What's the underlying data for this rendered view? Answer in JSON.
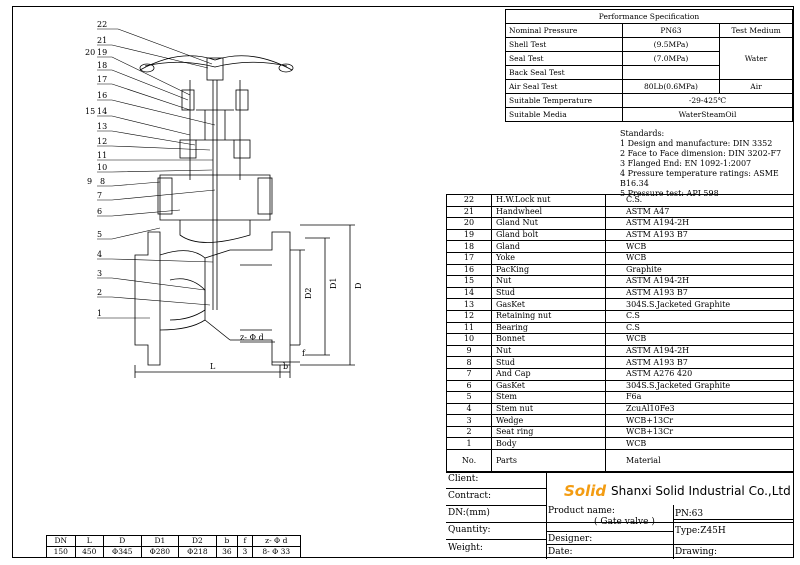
{
  "perf": {
    "title": "Performance Specification",
    "test_medium_label": "Test Medium",
    "medium_water": "Water",
    "medium_air": "Air",
    "rows": [
      {
        "label": "Nominal Pressure",
        "value": "PN63"
      },
      {
        "label": "Shell Test",
        "value": "(9.5MPa)"
      },
      {
        "label": "Seal Test",
        "value": "(7.0MPa)"
      },
      {
        "label": "Back Seal Test",
        "value": ""
      },
      {
        "label": "Air Seal Test",
        "value": "80Lb(0.6MPa)"
      },
      {
        "label": "Suitable Temperature",
        "value": "-29-425℃"
      },
      {
        "label": "Suitable Media",
        "value": "WaterSteamOil"
      }
    ]
  },
  "standards": {
    "title": "Standards:",
    "items": [
      "1 Design and manufacture: DIN 3352",
      "2 Face to Face dimension: DIN 3202-F7",
      "3 Flanged End: EN 1092-1:2007",
      "4 Pressure temperature ratings: ASME B16.34",
      "5 Pressure test: API 598"
    ]
  },
  "parts": [
    {
      "no": "22",
      "part": "H.W.Lock nut",
      "material": "C.S."
    },
    {
      "no": "21",
      "part": "Handwheel",
      "material": "ASTM A47"
    },
    {
      "no": "20",
      "part": "Gland Nut",
      "material": "ASTM A194-2H"
    },
    {
      "no": "19",
      "part": "Gland bolt",
      "material": "ASTM A193 B7"
    },
    {
      "no": "18",
      "part": "Gland",
      "material": "WCB"
    },
    {
      "no": "17",
      "part": "Yoke",
      "material": "WCB"
    },
    {
      "no": "16",
      "part": "PacKing",
      "material": "Graphite"
    },
    {
      "no": "15",
      "part": "Nut",
      "material": "ASTM A194-2H"
    },
    {
      "no": "14",
      "part": "Stud",
      "material": "ASTM A193 B7"
    },
    {
      "no": "13",
      "part": "GasKet",
      "material": "304S.S.Jacketed Graphite"
    },
    {
      "no": "12",
      "part": "Retaining nut",
      "material": "C.S"
    },
    {
      "no": "11",
      "part": "Bearing",
      "material": "C.S"
    },
    {
      "no": "10",
      "part": "Bonnet",
      "material": "WCB"
    },
    {
      "no": "9",
      "part": "Nut",
      "material": "ASTM A194-2H"
    },
    {
      "no": "8",
      "part": "Stud",
      "material": "ASTM A193 B7"
    },
    {
      "no": "7",
      "part": "And Cap",
      "material": "ASTM A276 420"
    },
    {
      "no": "6",
      "part": "GasKet",
      "material": "304S.S.Jacketed Graphite"
    },
    {
      "no": "5",
      "part": "Stem",
      "material": "F6a"
    },
    {
      "no": "4",
      "part": "Stem nut",
      "material": "ZcuAl10Fe3"
    },
    {
      "no": "3",
      "part": "Wedge",
      "material": "WCB+13Cr"
    },
    {
      "no": "2",
      "part": "Seat ring",
      "material": "WCB+13Cr"
    },
    {
      "no": "1",
      "part": "Body",
      "material": "WCB"
    }
  ],
  "parts_header": {
    "no": "No.",
    "parts": "Parts",
    "material": "Material"
  },
  "title_block": {
    "client": "Client:",
    "contract": "Contract:",
    "dn": "DN:(mm)",
    "quantity": "Quantity:",
    "weight": "Weight:",
    "logo": "Solid",
    "company": "Shanxi Solid Industrial Co.,Ltd",
    "product_name": "Product name:",
    "product_value": "( Gate valve )",
    "designer": "Designer:",
    "date": "Date:",
    "pn": "PN:63",
    "type": "Type:Z45H",
    "drawing": "Drawing:"
  },
  "dimensions": {
    "headers": [
      "DN",
      "L",
      "D",
      "D1",
      "D2",
      "b",
      "f",
      "z- Φ d"
    ],
    "values": [
      "150",
      "450",
      "Φ345",
      "Φ280",
      "Φ218",
      "36",
      "3",
      "8- Φ 33"
    ]
  }
}
